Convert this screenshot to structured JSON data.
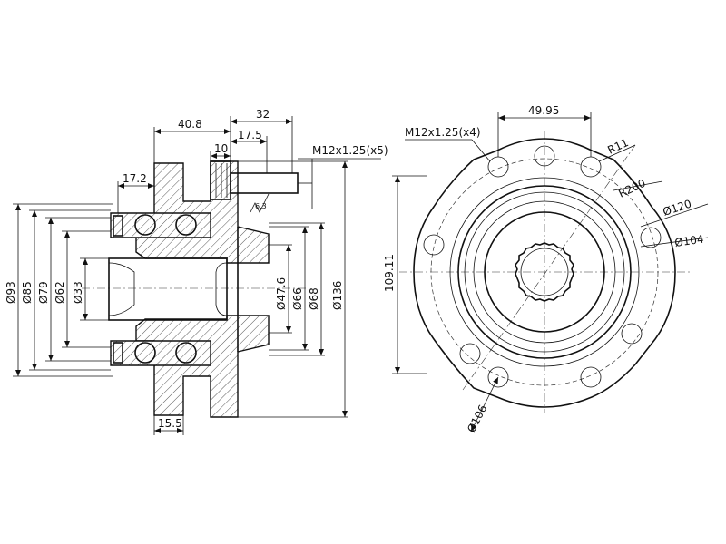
{
  "colors": {
    "line": "#111111",
    "background": "#ffffff"
  },
  "side_view": {
    "labels": {
      "d93": "Ø93",
      "d85": "Ø85",
      "d79": "Ø79",
      "d62": "Ø62",
      "d33": "Ø33",
      "d47_6": "Ø47.6",
      "d66": "Ø66",
      "d68": "Ø68",
      "d136": "Ø136",
      "w40_8": "40.8",
      "w32": "32",
      "w17_5": "17.5",
      "w10": "10",
      "w17_2": "17.2",
      "w15_5": "15.5",
      "stud": "M12x1.25(x5)",
      "rough": "6.3"
    }
  },
  "front_view": {
    "labels": {
      "w49_95": "49.95",
      "thread": "M12x1.25(x4)",
      "r11": "R11",
      "r200": "R200",
      "d120": "Ø120",
      "d104": "Ø104",
      "h109_11": "109.11",
      "d106": "Ø106"
    }
  }
}
